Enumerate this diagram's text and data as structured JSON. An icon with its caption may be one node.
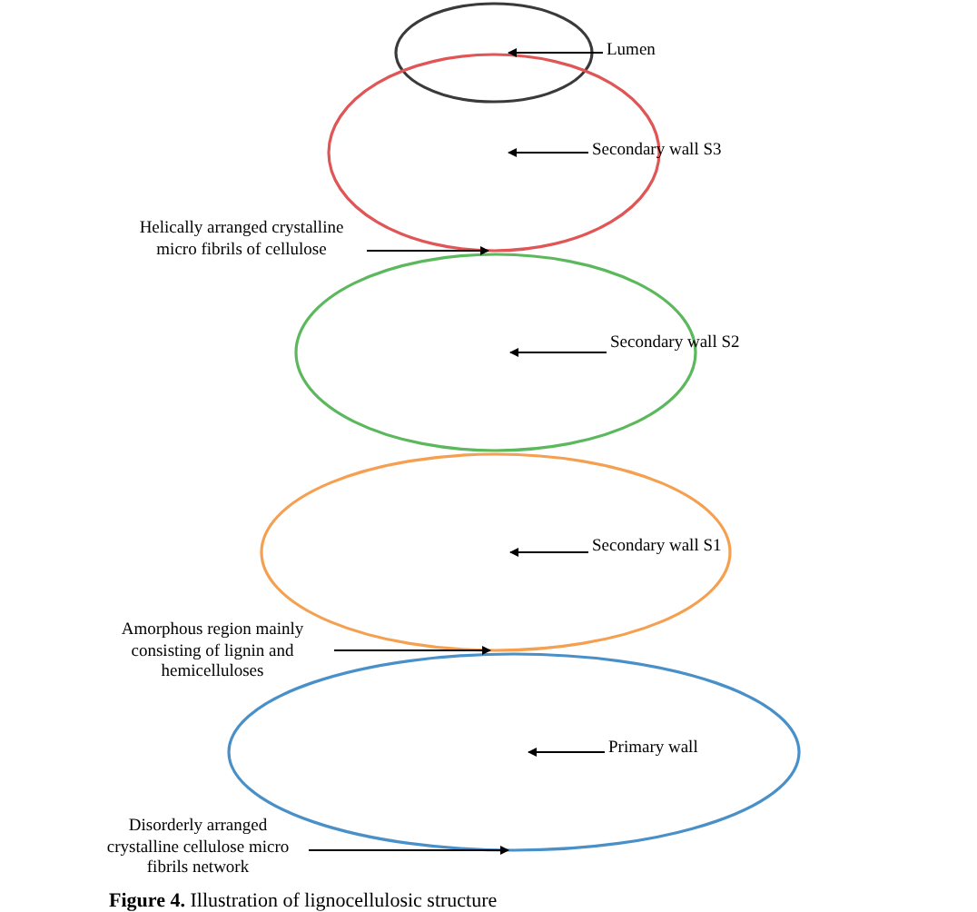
{
  "diagram": {
    "caption": "**Figure 4.** Illustration of lignocellulosic structure",
    "nodes": [
      {
        "text": [],
        "shape": "circle"
      },
      {
        "text": [
          "Lumen"
        ]
      },
      {
        "text": [],
        "shape": "circle"
      },
      {
        "text": [
          "Secondary wall S3"
        ]
      },
      {
        "text": [
          "Helically arranged crystalline micro fibrils of cellulose"
        ]
      },
      {
        "text": [],
        "shape": "circle"
      },
      {
        "text": [
          "Secondary wall S2"
        ]
      },
      {
        "text": [],
        "shape": "circle"
      },
      {
        "text": [
          "Secondary wall S1"
        ],
        "in": 7
      },
      {
        "text": [
          "Amorphous region mainly consisting of lignin and hemicelluloses"
        ]
      },
      {
        "text": [],
        "shape": "circle"
      },
      {
        "text": [
          "Primary wall"
        ],
        "in": 10
      },
      {
        "text": [
          "Disorderly arranged crystalline cellulose micro fibrils network"
        ]
      }
    ],
    "edges": [
      {
        "from": 1,
        "to": 0,
        "arrow": "to"
      },
      {
        "from": 3,
        "to": 2,
        "arrow": "to"
      },
      {
        "from": 4,
        "to": 2,
        "arrow": "to"
      },
      {
        "from": 6,
        "to": 5,
        "arrow": "to"
      },
      {
        "from": 8,
        "to": 7,
        "arrow": "to"
      },
      {
        "from": 9,
        "to": 7,
        "arrow": "to"
      },
      {
        "from": 11,
        "to": 10,
        "arrow": "to"
      },
      {
        "from": 12,
        "to": 10,
        "arrow": "to"
      }
    ]
  }
}
